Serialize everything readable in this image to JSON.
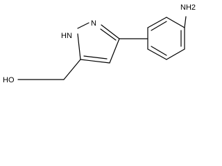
{
  "molecule": {
    "labels": {
      "nh2": "NH2",
      "nh": "HN",
      "n": "N",
      "oh": "HO"
    }
  },
  "colors": {
    "bond": "#000000",
    "text": "#000000",
    "background": "#ffffff"
  }
}
